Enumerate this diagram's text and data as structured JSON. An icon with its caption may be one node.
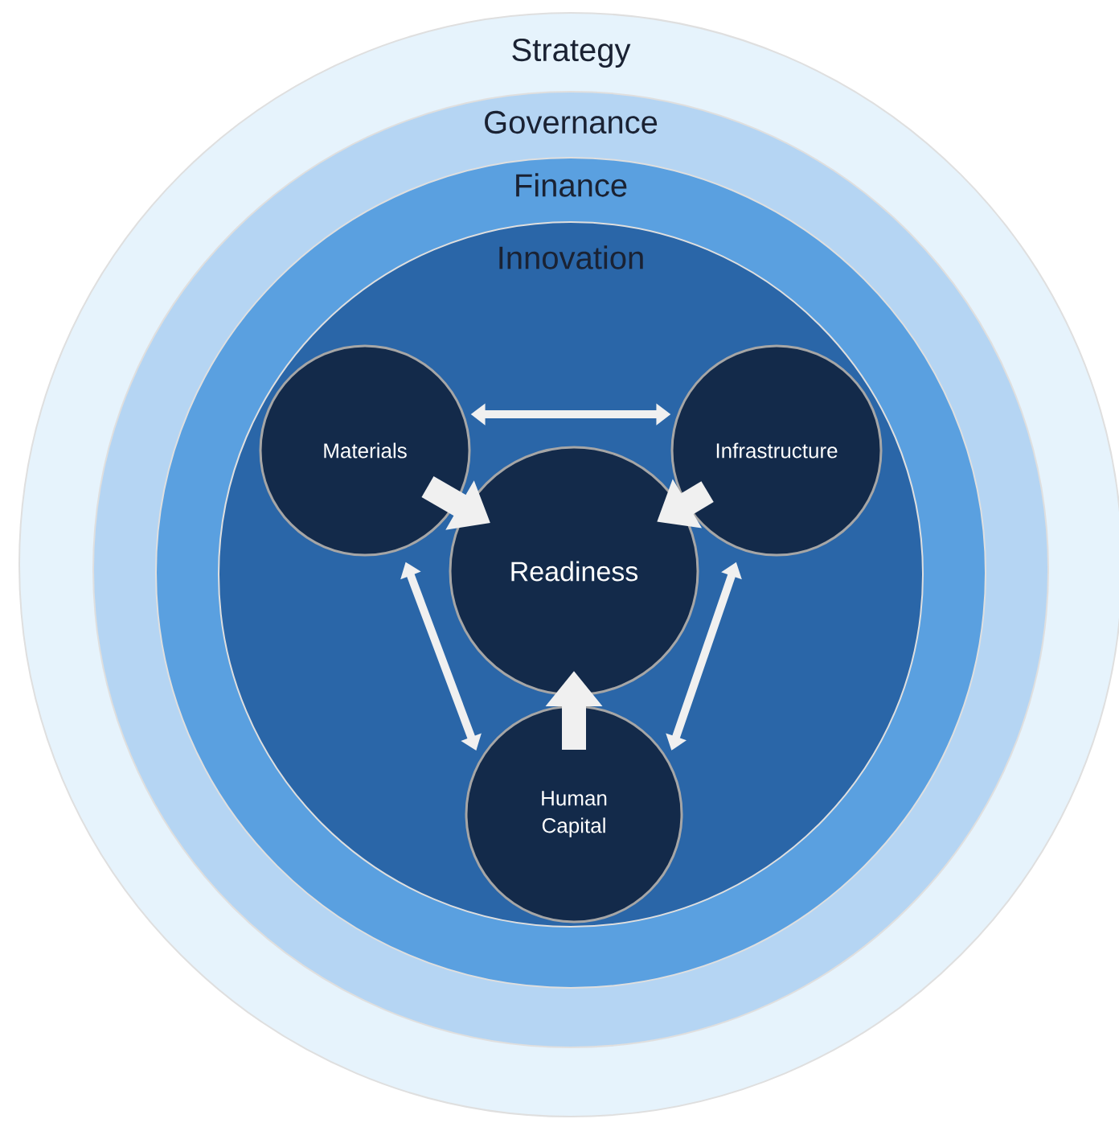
{
  "diagram": {
    "nodes": [
      {
        "text": [
          "Strategy"
        ]
      },
      {
        "text": [
          "Governance"
        ],
        "in": 0
      },
      {
        "text": [
          "Finance"
        ],
        "in": 1
      },
      {
        "text": [
          "Innovation"
        ],
        "in": 2
      },
      {
        "text": [
          "Materials"
        ],
        "in": 3
      },
      {
        "text": [
          "Infrastructure"
        ],
        "in": 3
      },
      {
        "text": [
          "Readiness"
        ],
        "in": 3
      },
      {
        "text": [
          "Human Capital"
        ],
        "in": 3
      }
    ],
    "edges": [
      {
        "from": 4,
        "to": 5,
        "arrow": "both"
      },
      {
        "from": 4,
        "to": 6,
        "arrow": "to",
        "style": "thick"
      },
      {
        "from": 5,
        "to": 6,
        "arrow": "to",
        "style": "thick"
      },
      {
        "from": 7,
        "to": 6,
        "arrow": "to",
        "style": "thick"
      },
      {
        "from": 4,
        "to": 7,
        "arrow": "both"
      },
      {
        "from": 5,
        "to": 7,
        "arrow": "both"
      }
    ]
  }
}
